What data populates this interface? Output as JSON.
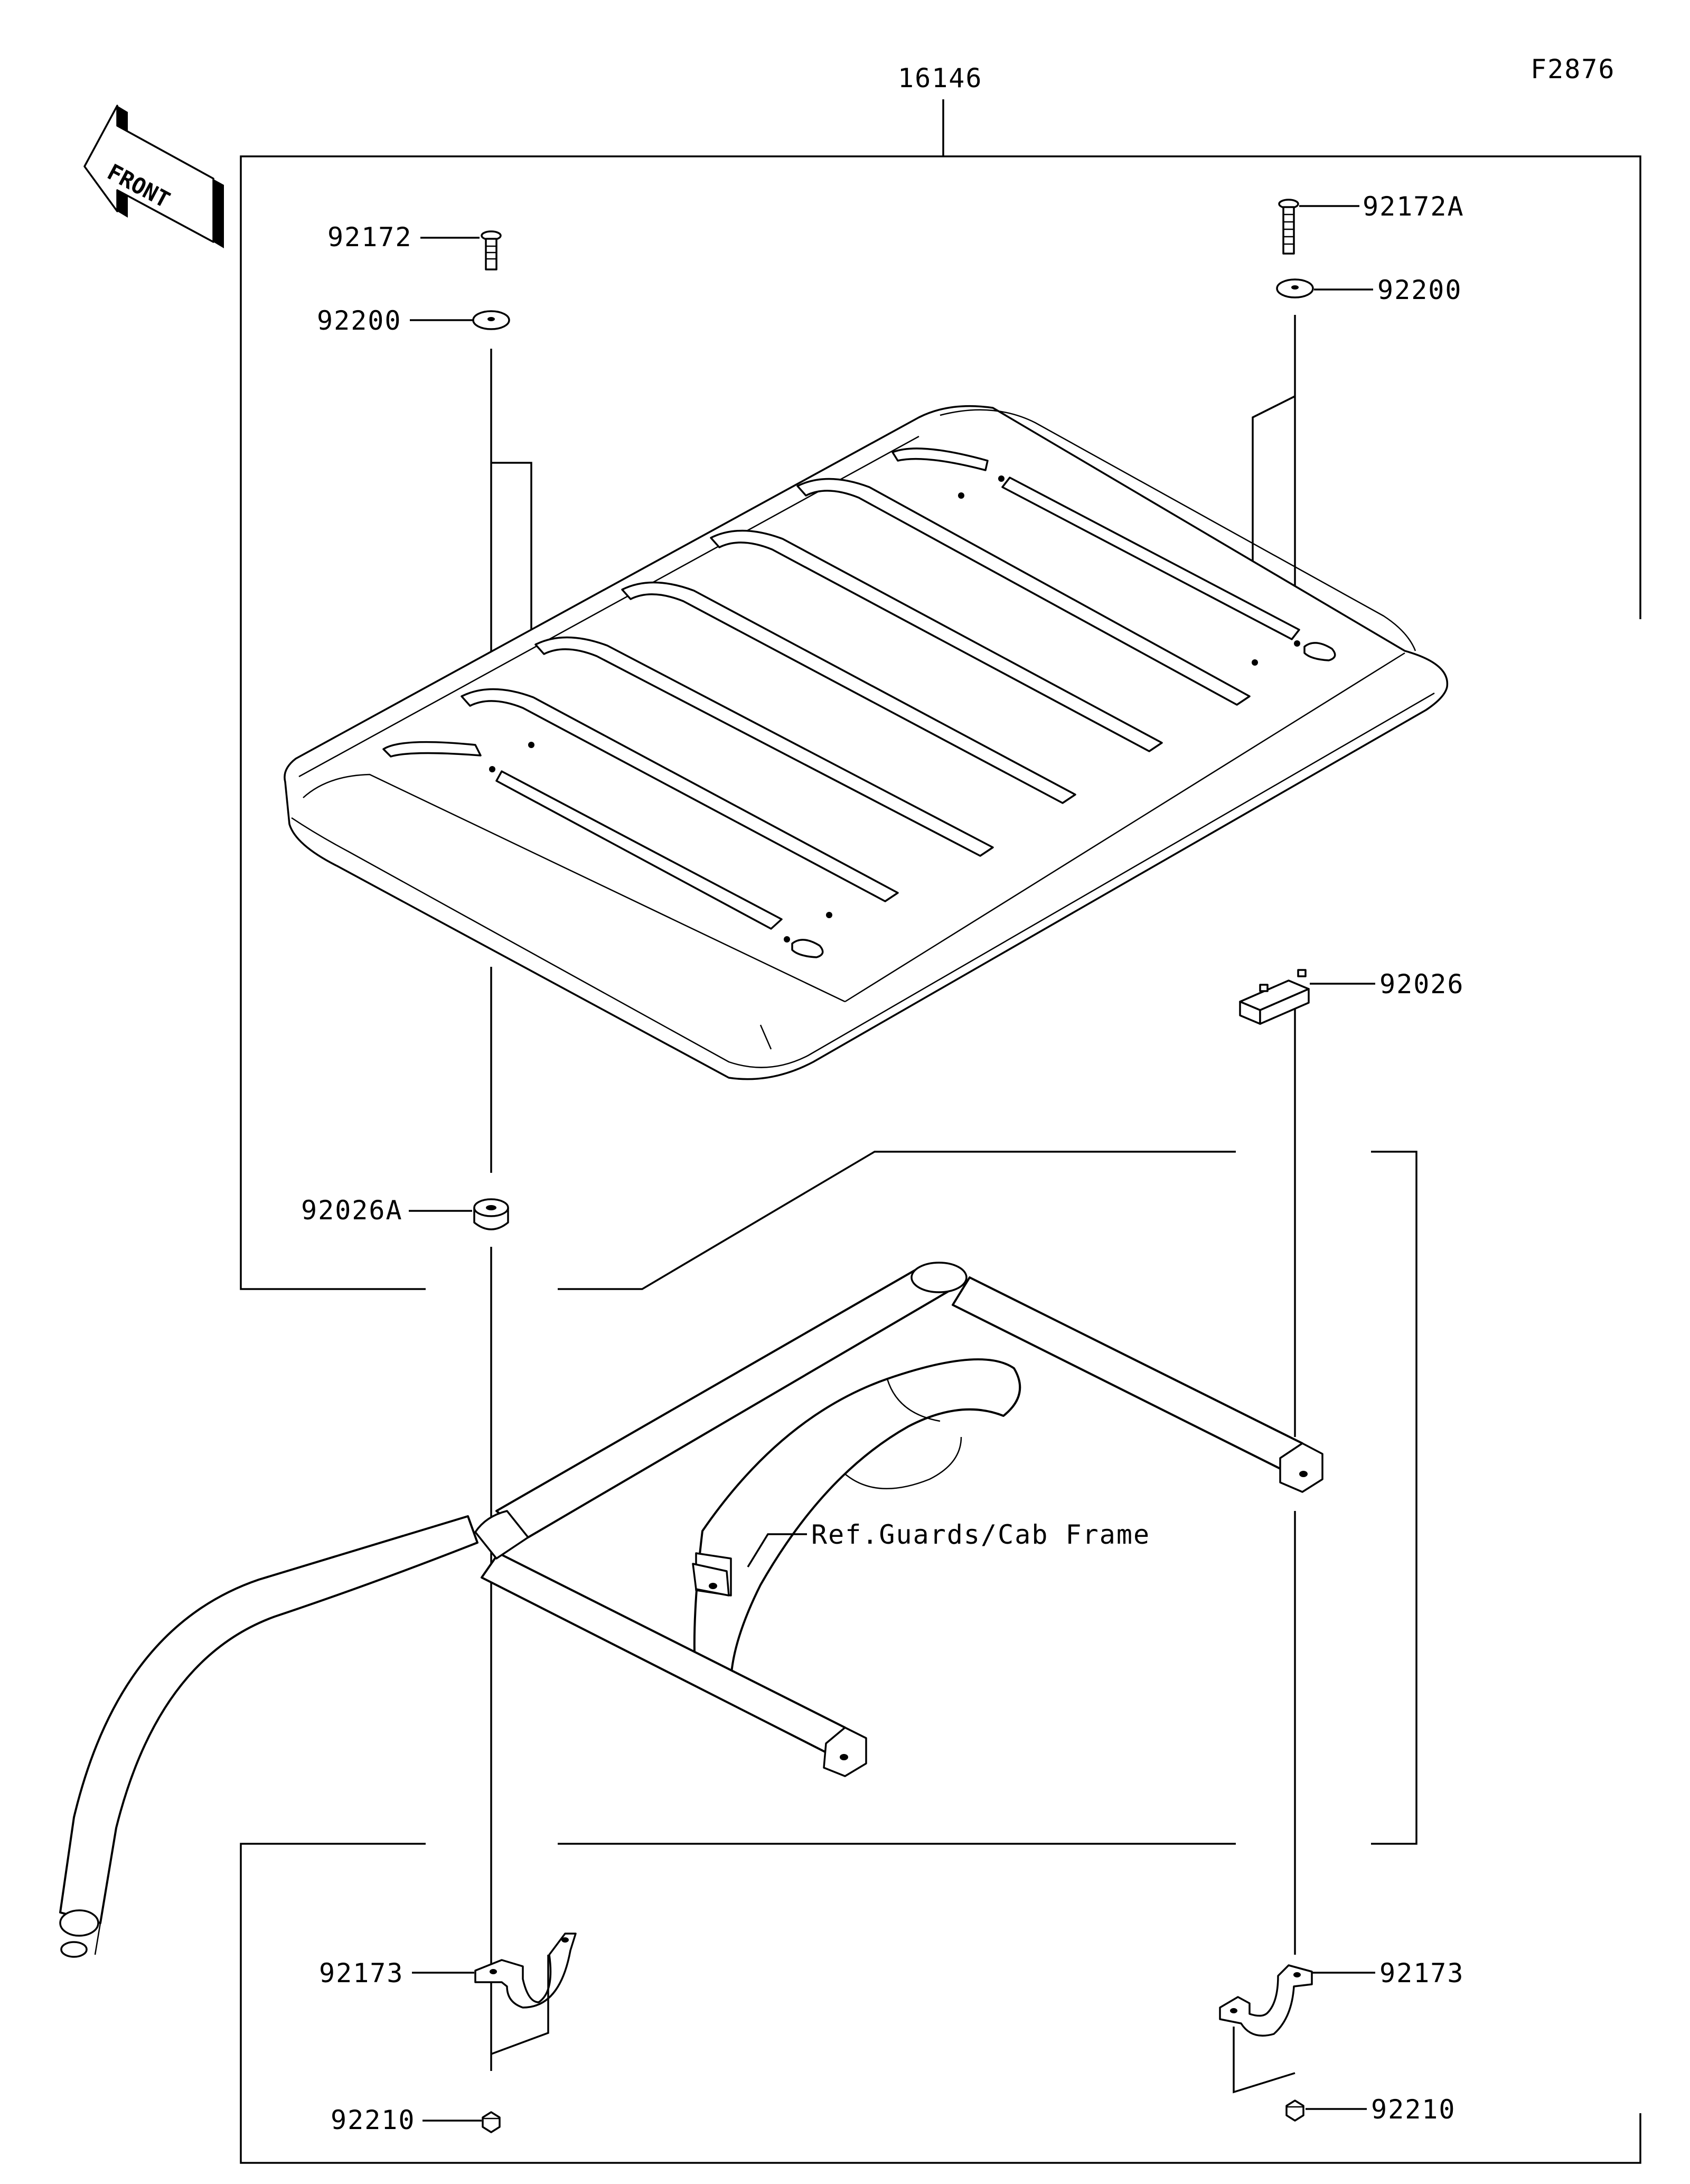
{
  "figure_id": "F2876",
  "assembly_number": "16146",
  "front_arrow_text": "FRONT",
  "labels": {
    "bolt_left": "92172",
    "bolt_right": "92172A",
    "washer_left": "92200",
    "washer_right": "92200",
    "spacer_right": "92026",
    "spacer_left": "92026A",
    "clamp_left": "92173",
    "clamp_right": "92173",
    "nut_left": "92210",
    "nut_right": "92210",
    "reference": "Ref.Guards/Cab Frame"
  }
}
